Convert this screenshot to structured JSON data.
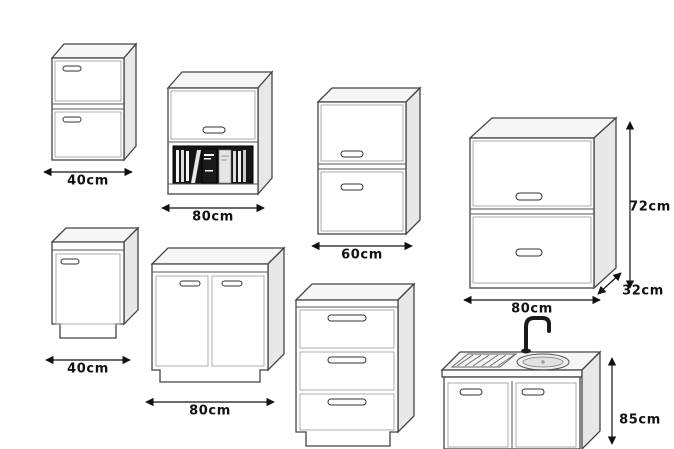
{
  "colors": {
    "line": "#454545",
    "dimension": "#111111",
    "shelf_dark": "#161616",
    "background": "#ffffff"
  },
  "labels": {
    "wall_cabinet_40": "40cm",
    "wall_cabinet_80_shelf": "80cm",
    "wall_cabinet_60": "60cm",
    "wall_cabinet_80_width": "80cm",
    "wall_cabinet_80_height": "72cm",
    "wall_cabinet_80_depth": "32cm",
    "base_cabinet_40": "40cm",
    "base_cabinet_80": "80cm",
    "sink_unit_height": "85cm"
  }
}
